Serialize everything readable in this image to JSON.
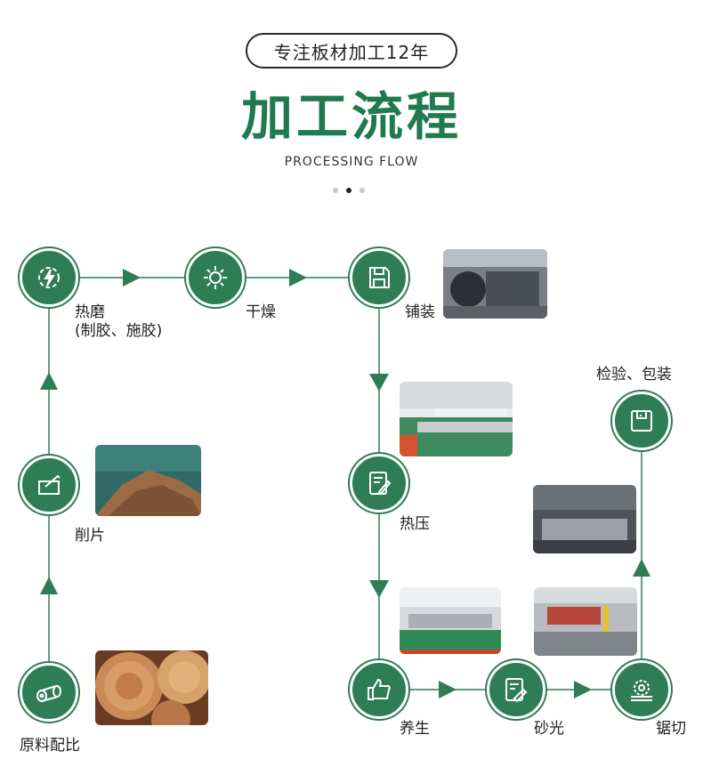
{
  "header": {
    "tagline": "专注板材加工12年",
    "title": "加工流程",
    "subtitle": "PROCESSING FLOW"
  },
  "colors": {
    "accent": "#2e7d55",
    "title": "#1f7a4e"
  },
  "steps": [
    {
      "label": "原料配比",
      "icon": "log-icon"
    },
    {
      "label": "削片",
      "icon": "chipping-icon"
    },
    {
      "label": "热磨",
      "sublabel": "(制胶、施胶)",
      "icon": "lightning-gear-icon"
    },
    {
      "label": "干燥",
      "icon": "sun-icon"
    },
    {
      "label": "铺装",
      "icon": "disk-icon"
    },
    {
      "label": "热压",
      "icon": "press-icon"
    },
    {
      "label": "养生",
      "icon": "thumbs-up-icon"
    },
    {
      "label": "砂光",
      "icon": "sanding-icon"
    },
    {
      "label": "锯切",
      "icon": "saw-icon"
    },
    {
      "label": "检验、包装",
      "icon": "package-icon"
    }
  ],
  "photos": [
    "wood-logs-photo",
    "wood-chips-photo",
    "paving-machine-photo",
    "hot-press-line-photo",
    "curing-workshop-photo",
    "cutting-line-photo",
    "inspection-workshop-photo"
  ]
}
